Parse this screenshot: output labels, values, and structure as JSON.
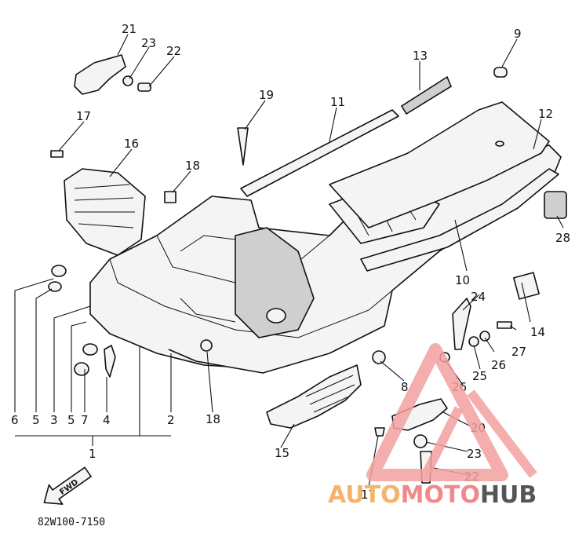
{
  "diagram": {
    "drawing_code": "82W100-7150",
    "direction_arrow_label": "FWD",
    "callouts": {
      "c1": "1",
      "c2": "2",
      "c3": "3",
      "c4": "4",
      "c5a": "5",
      "c5b": "5",
      "c6": "6",
      "c7": "7",
      "c8": "8",
      "c9": "9",
      "c10": "10",
      "c11": "11",
      "c12": "12",
      "c13": "13",
      "c14": "14",
      "c15": "15",
      "c16": "16",
      "c17a": "17",
      "c17b": "17",
      "c18a": "18",
      "c18b": "18",
      "c19": "19",
      "c20": "20",
      "c21": "21",
      "c22a": "22",
      "c22b": "22",
      "c23a": "23",
      "c23b": "23",
      "c24": "24",
      "c25": "25",
      "c26a": "26",
      "c26b": "26",
      "c27": "27",
      "c28": "28"
    }
  },
  "watermark": {
    "part1": "AUTO",
    "part2": "MOTO",
    "part3": "HUB",
    "color1": "#f5b36b",
    "color2": "#f08a8a",
    "color3": "#555555"
  }
}
